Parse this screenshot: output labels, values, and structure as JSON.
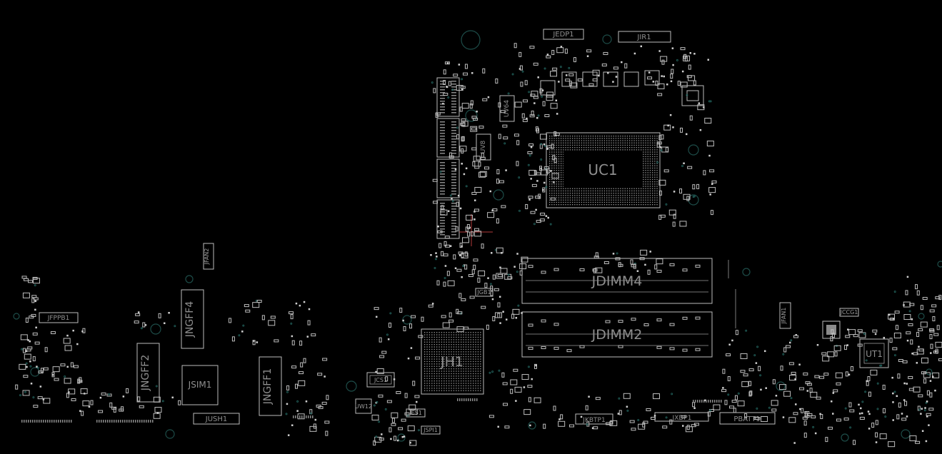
{
  "labels": {
    "jedp1": "JEDP1",
    "jir1": "JIR1",
    "uc1": "UC1",
    "uv64": "UV64",
    "uv8": "UV8",
    "jdimm4": "JDIMM4",
    "jdimm2": "JDIMM2",
    "jh1": "JH1",
    "jfppb1": "JFPPB1",
    "jfan2": "JFAN2",
    "jngff4": "JNGFF4",
    "jngff2": "JNGFF2",
    "jngff1": "JNGFF1",
    "jsim1": "JSIM1",
    "jush1": "JUSH1",
    "jkbtp1": "JKBTP1",
    "jxdp1": "JXDP1",
    "pbatt1": "PBATT1",
    "jfan1": "JFAN1",
    "ut1": "UT1",
    "jcs1": "JCS1",
    "jes1": "JES1",
    "jspi1": "JSPI1",
    "jgb1": "JGB1",
    "jcc1": "JCCG1",
    "uw1": "UW12"
  },
  "colors": {
    "background": "#000000",
    "outline": "#bdbdbd",
    "label": "#8f8f8f",
    "via": "#1f5a55",
    "accent_line": "#b23a3a"
  }
}
